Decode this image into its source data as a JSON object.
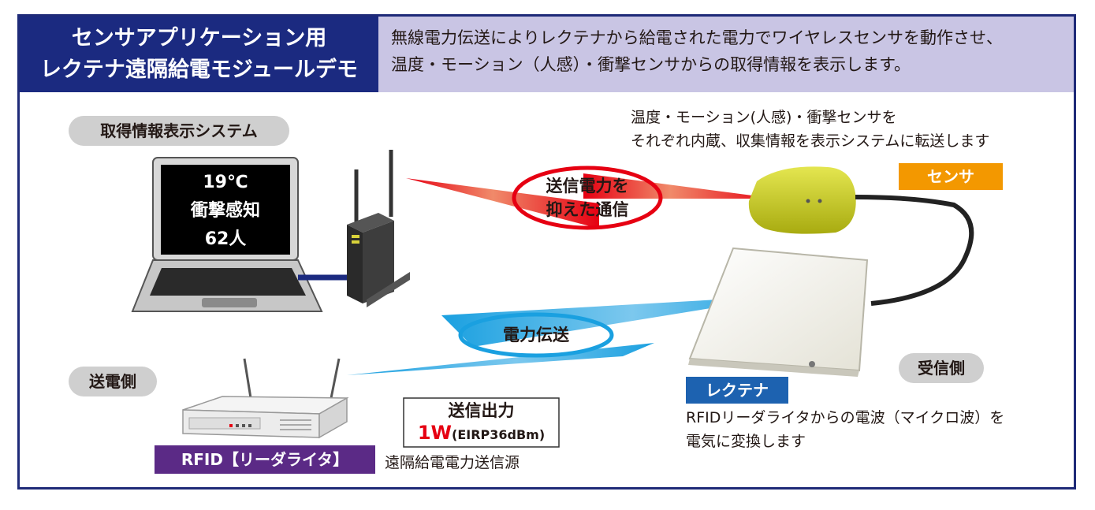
{
  "header": {
    "title_line1": "センサアプリケーション用",
    "title_line2": "レクテナ遠隔給電モジュールデモ",
    "desc_line1": "無線電力伝送によりレクテナから給電された電力でワイヤレスセンサを動作させ、",
    "desc_line2": "温度・モーション（人感）・衝撃センサからの取得情報を表示します。"
  },
  "display_system": {
    "label": "取得情報表示システム",
    "screen_lines": [
      "19℃",
      "衝撃感知",
      "62人"
    ]
  },
  "sensor_note": {
    "line1": "温度・モーション(人感)・衝撃センサを",
    "line2": "それぞれ内蔵、収集情報を表示システムに転送します"
  },
  "sensor_tag": "センサ",
  "comm_oval": {
    "line1": "送信電力を",
    "line2": "抑えた通信"
  },
  "power_oval": "電力伝送",
  "sender_side": "送電側",
  "receiver_side": "受信側",
  "tx_power": {
    "title": "送信出力",
    "value": "1W",
    "detail": "(EIRP36dBm)"
  },
  "reader_tag": "RFID【リーダライタ】",
  "reader_desc": "遠隔給電電力送信源",
  "rectenna_tag": "レクテナ",
  "rectenna_desc": {
    "line1": "RFIDリーダライタからの電波（マイクロ波）を",
    "line2": "電気に変換します"
  },
  "colors": {
    "navy": "#1b2a80",
    "lavender": "#c9c5e4",
    "red_beam": "#e60012",
    "blue_beam": "#1aa0e0",
    "sensor_orange": "#f39800",
    "rectenna_blue": "#1d62b0",
    "reader_purple": "#5b2a86",
    "sensor_yellow": "#c8cc1a"
  }
}
